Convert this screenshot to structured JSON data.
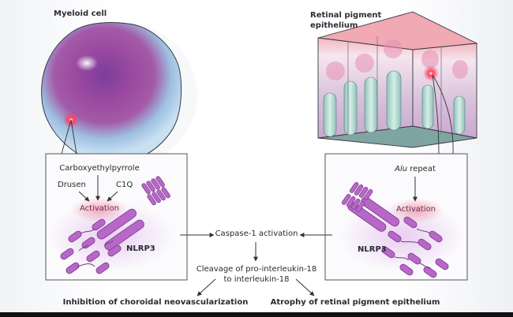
{
  "left_panel": {
    "title": "Myeloid cell",
    "inputs": {
      "top": "Carboxyethylpyrrole",
      "left": "Drusen",
      "right": "C1Q"
    },
    "activation_label": "Activation",
    "protein_label": "NLRP3"
  },
  "right_panel": {
    "title_line1": "Retinal pigment",
    "title_line2": "epithelium",
    "input_italic": "Alu",
    "input_rest": " repeat",
    "activation_label": "Activation",
    "protein_label": "NLRP3"
  },
  "center": {
    "step1": "Caspase-1 activation",
    "step2_line1": "Cleavage of pro-interleukin-18",
    "step2_line2": "to interleukin-18"
  },
  "outcomes": {
    "left": "Inhibition of choroidal neovascularization",
    "right": "Atrophy of retinal pigment epithelium"
  },
  "colors": {
    "cell_blue": "#9fc4e4",
    "cell_purple": "#8a3d95",
    "protein": "#b262c4",
    "activation_glow": "#f5a0a8",
    "rpe_top": "#f2b7bd",
    "rpe_base": "#7fa5a2",
    "line": "#333333"
  }
}
